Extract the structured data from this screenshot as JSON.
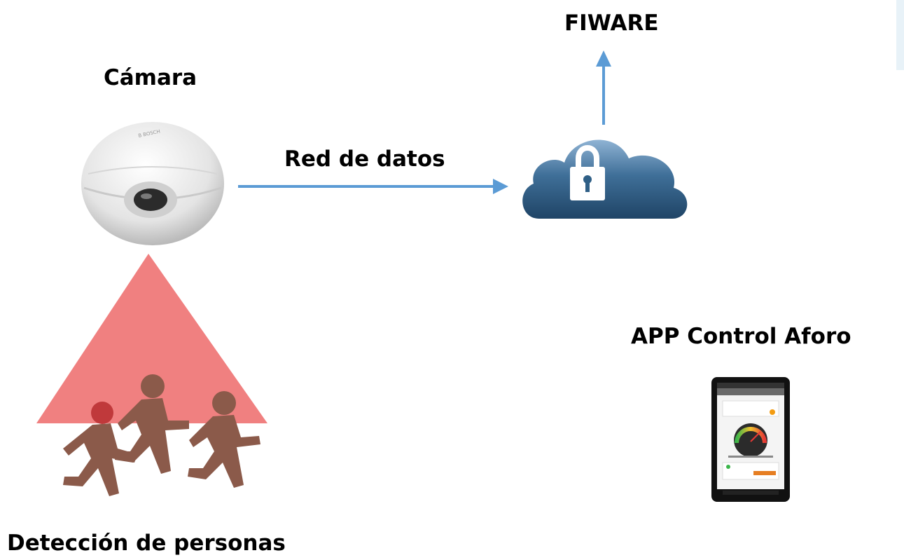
{
  "labels": {
    "fiware": "FIWARE",
    "camera": "Cámara",
    "network": "Red de datos",
    "app": "APP Control Aforo",
    "detection": "Detección de personas"
  },
  "colors": {
    "arrow": "#5b9bd5",
    "detection_cone": "#f08080",
    "people": "#8b5a4a",
    "highlight_person_head": "#c0393b",
    "cloud": "#2f5f86"
  },
  "icons": {
    "camera": "fisheye-camera-icon",
    "cloud": "secure-cloud-lock-icon",
    "people": "running-people-icon",
    "phone": "smartphone-gauge-app-icon"
  }
}
